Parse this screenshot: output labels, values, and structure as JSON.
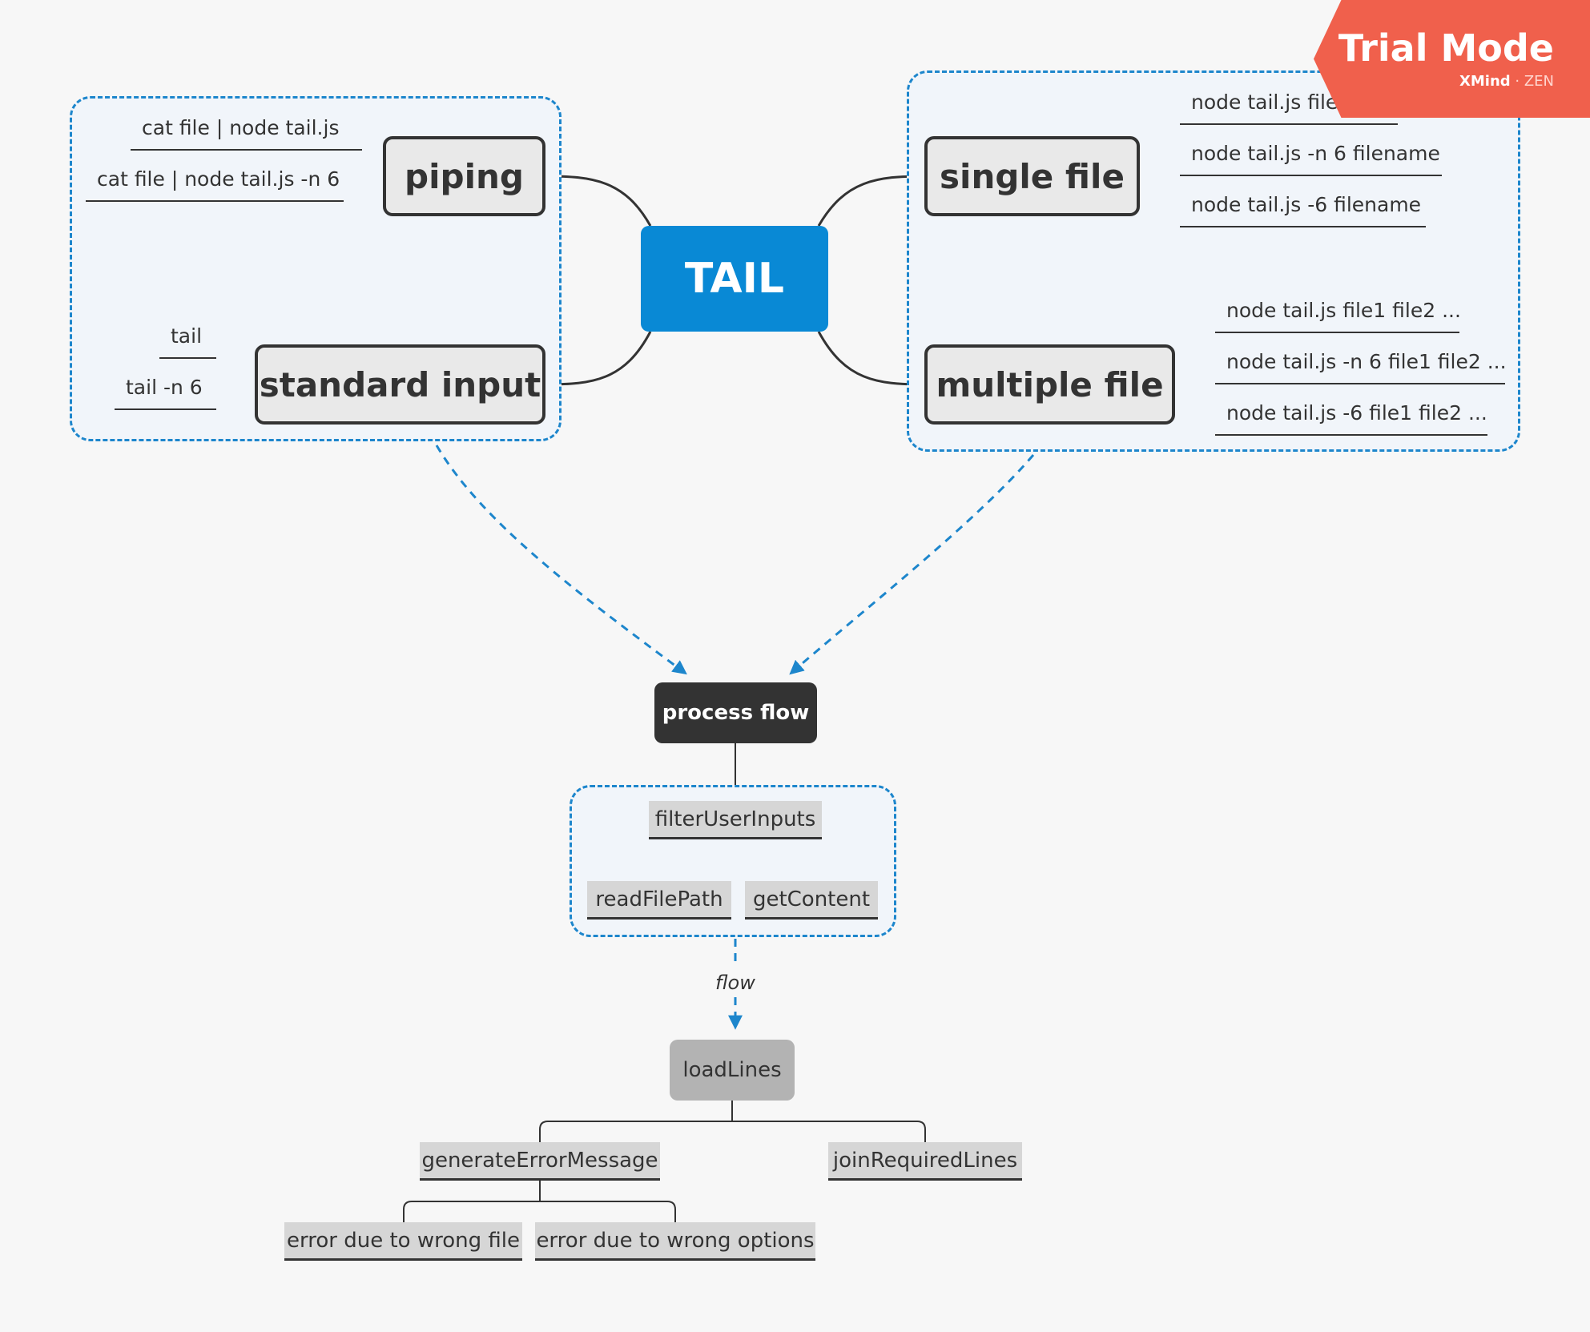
{
  "central": "TAIL",
  "left_group": {
    "piping": {
      "label": "piping",
      "items": [
        "cat file | node tail.js",
        "cat file | node tail.js -n 6"
      ]
    },
    "standard_input": {
      "label": "standard input",
      "items": [
        "tail",
        "tail -n 6"
      ]
    }
  },
  "right_group": {
    "single_file": {
      "label": "single file",
      "items": [
        "node tail.js filename",
        "node tail.js -n 6 filename",
        "node tail.js -6 filename"
      ]
    },
    "multiple_file": {
      "label": "multiple file",
      "items": [
        "node tail.js file1 file2 ...",
        "node tail.js -n 6 file1 file2 ...",
        "node tail.js -6 file1 file2 ..."
      ]
    }
  },
  "process_flow": {
    "label": "process flow",
    "filter": "filterUserInputs",
    "children": [
      "readFilePath",
      "getContent"
    ]
  },
  "relationship_label": "flow",
  "load_lines": {
    "label": "loadLines",
    "error_node": "generateErrorMessage",
    "join_node": "joinRequiredLines",
    "errors": [
      "error due to wrong file",
      "error due to wrong options"
    ]
  },
  "watermark": {
    "title": "Trial Mode",
    "brand": "XMind",
    "edition": "ZEN"
  },
  "colors": {
    "central": "#0989d5",
    "group_border": "#1d86cc",
    "watermark": "#f0604c"
  }
}
